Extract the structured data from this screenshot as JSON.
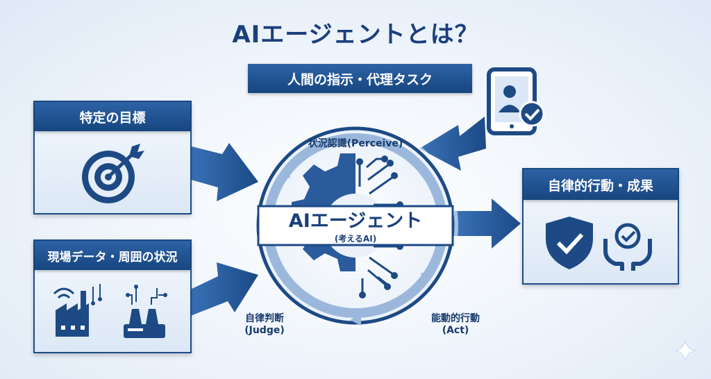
{
  "title": "AIエージェントとは？",
  "instruction_banner": "人間の指示・代理タスク",
  "goal_panel": {
    "label": "特定の目標",
    "icon": "target-icon"
  },
  "data_panel": {
    "label": "現場データ・周囲の状況",
    "icons": [
      "factory-icon",
      "sensor-device-icon"
    ]
  },
  "result_panel": {
    "label": "自律的行動・成果",
    "icons": [
      "shield-check-icon",
      "hands-check-icon"
    ]
  },
  "agent": {
    "name": "AIエージェント",
    "subtitle": "(考えるAI)"
  },
  "cycle": {
    "perceive": "状況認識(Perceive)",
    "judge_line1": "自律判断",
    "judge_line2": "(Judge)",
    "act_line1": "能動的行動",
    "act_line2": "(Act)"
  },
  "colors": {
    "primary": "#1d4a85",
    "accent": "#2d62a6",
    "light": "#dce8f6"
  }
}
